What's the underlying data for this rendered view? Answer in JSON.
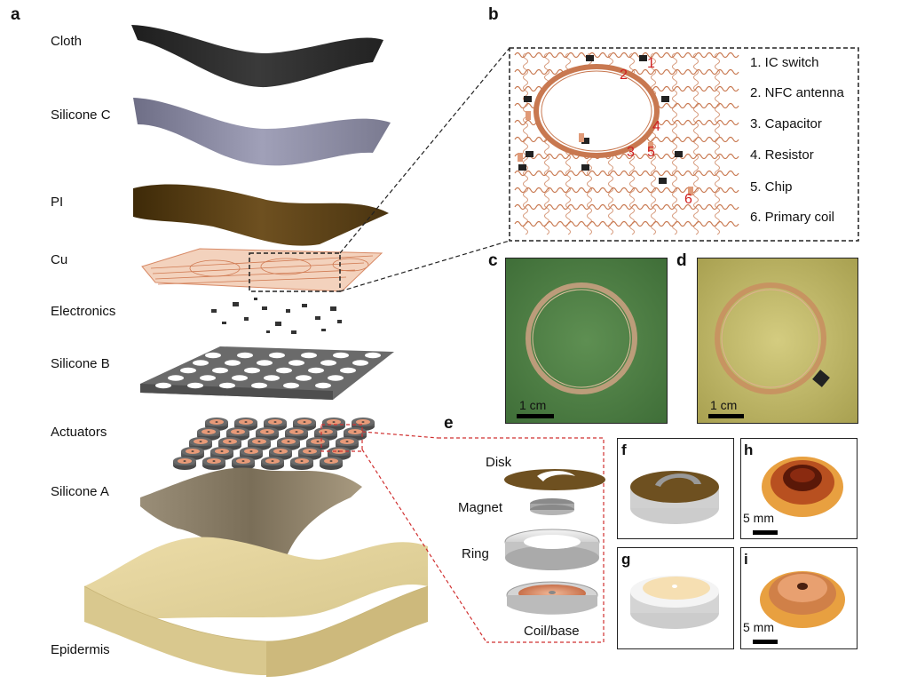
{
  "panels": {
    "a": "a",
    "b": "b",
    "c": "c",
    "d": "d",
    "e": "e",
    "f": "f",
    "g": "g",
    "h": "h",
    "i": "i"
  },
  "layers": {
    "cloth": "Cloth",
    "silicone_c": "Silicone C",
    "pi": "PI",
    "cu": "Cu",
    "electronics": "Electronics",
    "silicone_b": "Silicone B",
    "actuators": "Actuators",
    "silicone_a": "Silicone A",
    "epidermis": "Epidermis"
  },
  "legend_b": [
    "1. IC switch",
    "2. NFC antenna",
    "3. Capacitor",
    "4. Resistor",
    "5. Chip",
    "6. Primary coil"
  ],
  "b_markers": [
    "1",
    "2",
    "3",
    "4",
    "5",
    "6"
  ],
  "actuator_parts": {
    "disk": "Disk",
    "magnet": "Magnet",
    "ring": "Ring",
    "coil": "Coil/base"
  },
  "scales": {
    "c": "1 cm",
    "d": "1 cm",
    "h": "5 mm",
    "i": "5 mm"
  },
  "colors": {
    "copper": "#c87850",
    "dashed_red": "#d03030",
    "pi": "#5a3e12",
    "cloth": "#2a2a2a",
    "silicone_c": "#8a8aa0",
    "epidermis": "#e6d7a0"
  }
}
